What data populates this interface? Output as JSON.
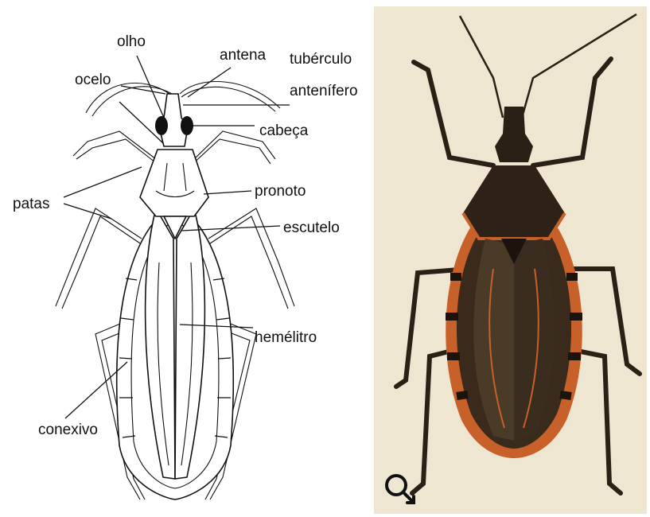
{
  "diagram": {
    "labels": {
      "olho": "olho",
      "antena": "antena",
      "ocelo": "ocelo",
      "tuberculo_line1": "tubérculo",
      "tuberculo_line2": "antenífero",
      "cabeca": "cabeça",
      "patas": "patas",
      "pronoto": "pronoto",
      "escutelo": "escutelo",
      "hemelitro": "hemélitro",
      "conexivo": "conexivo"
    }
  },
  "illustration": {
    "sex_symbol": "male-symbol-icon",
    "colors": {
      "background": "#efe6d2",
      "body_dark": "#2b2016",
      "orange_accent": "#c8602a"
    }
  }
}
